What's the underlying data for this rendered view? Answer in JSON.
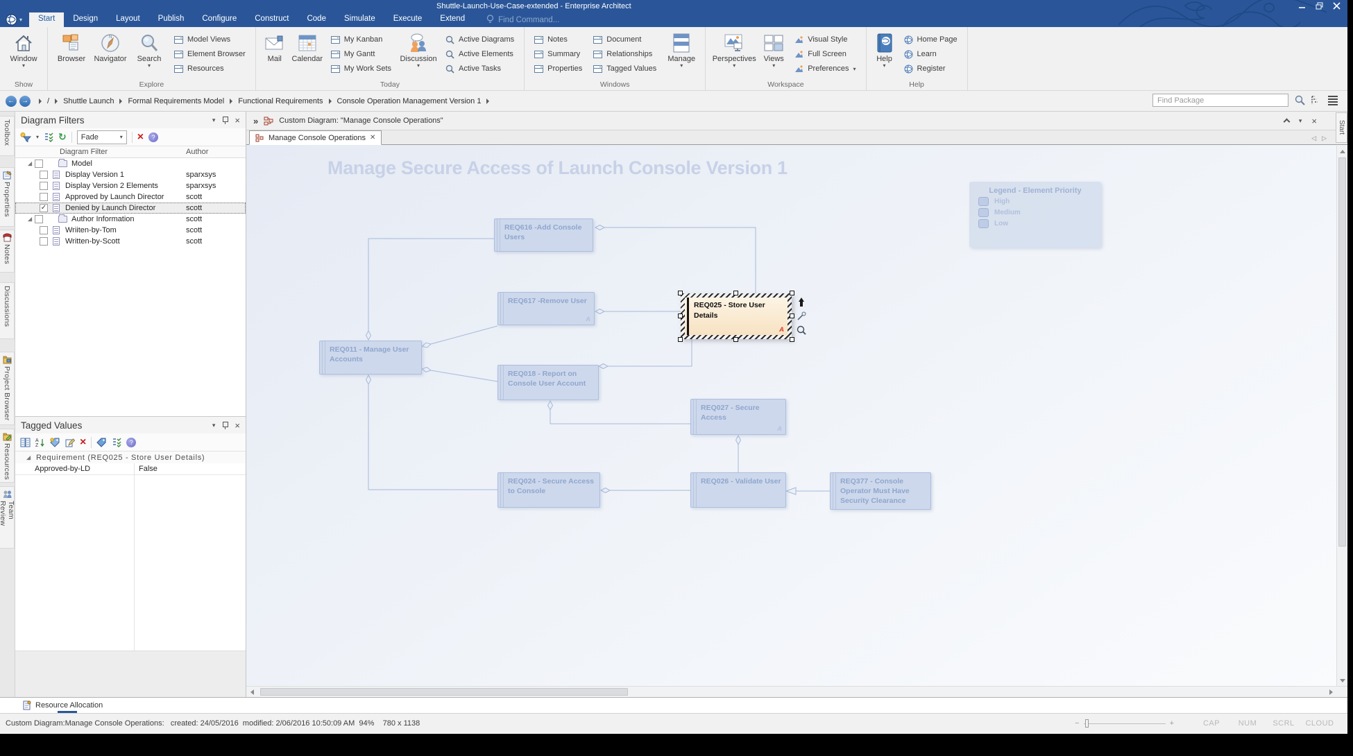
{
  "window": {
    "title": "Shuttle-Launch-Use-Case-extended - Enterprise Architect"
  },
  "menu": {
    "tabs": [
      "Start",
      "Design",
      "Layout",
      "Publish",
      "Configure",
      "Construct",
      "Code",
      "Simulate",
      "Execute",
      "Extend"
    ],
    "find_command": "Find Command..."
  },
  "ribbon": {
    "window": "Window",
    "show_group": "Show",
    "browser": "Browser",
    "navigator": "Navigator",
    "search": "Search",
    "model_views": "Model Views",
    "element_browser": "Element Browser",
    "resources": "Resources",
    "explore_group": "Explore",
    "mail": "Mail",
    "calendar": "Calendar",
    "my_kanban": "My Kanban",
    "my_gantt": "My Gantt",
    "my_work_sets": "My Work Sets",
    "discussion": "Discussion",
    "active_diagrams": "Active Diagrams",
    "active_elements": "Active Elements",
    "active_tasks": "Active Tasks",
    "today_group": "Today",
    "notes": "Notes",
    "summary": "Summary",
    "properties": "Properties",
    "document": "Document",
    "relationships": "Relationships",
    "tagged_values": "Tagged Values",
    "manage": "Manage",
    "windows_group": "Windows",
    "perspectives": "Perspectives",
    "views": "Views",
    "visual_style": "Visual Style",
    "full_screen": "Full Screen",
    "preferences": "Preferences",
    "workspace_group": "Workspace",
    "help": "Help",
    "home_page": "Home Page",
    "learn": "Learn",
    "register": "Register",
    "help_group": "Help"
  },
  "breadcrumb": {
    "items": [
      "/",
      "Shuttle Launch",
      "Formal Requirements Model",
      "Functional Requirements",
      "Console Operation Management Version 1"
    ],
    "find_package_placeholder": "Find Package"
  },
  "rail": {
    "items": [
      "Toolbox",
      "Properties",
      "Notes",
      "Discussions",
      "Project Browser",
      "Resources",
      "Team Review"
    ]
  },
  "filters_panel": {
    "title": "Diagram Filters",
    "fade_selector": "Fade",
    "col_filter": "Diagram Filter",
    "col_author": "Author",
    "rows": [
      {
        "label": "Model",
        "author": "",
        "type": "folder",
        "checked": false
      },
      {
        "label": "Display Version 1",
        "author": "sparxsys",
        "type": "filter",
        "checked": false
      },
      {
        "label": "Display Version 2 Elements",
        "author": "sparxsys",
        "type": "filter",
        "checked": false
      },
      {
        "label": "Approved by Launch Director",
        "author": "scott",
        "type": "filter",
        "checked": false
      },
      {
        "label": "Denied by Launch Director",
        "author": "scott",
        "type": "filter",
        "checked": true,
        "selected": true
      },
      {
        "label": "Author Information",
        "author": "scott",
        "type": "folder",
        "checked": false
      },
      {
        "label": "Wriiten-by-Tom",
        "author": "scott",
        "type": "filter",
        "checked": false
      },
      {
        "label": "Written-by-Scott",
        "author": "scott",
        "type": "filter",
        "checked": false
      }
    ]
  },
  "tagged_panel": {
    "title": "Tagged Values",
    "group_header": "Requirement (REQ025 - Store User Details)",
    "rows": [
      {
        "name": "Approved-by-LD",
        "value": "False"
      }
    ]
  },
  "diagram": {
    "header": "Custom Diagram: \"Manage Console Operations\"",
    "tab": "Manage Console Operations",
    "title": "Manage Secure Access of Launch Console Version 1",
    "start_side_tab": "Start",
    "nodes": {
      "req616": {
        "label": "REQ616 -Add Console Users"
      },
      "req617": {
        "label": "REQ617 -Remove User",
        "corner": "A"
      },
      "req011": {
        "label": "REQ011 - Manage User Accounts"
      },
      "req018": {
        "label": "REQ018 - Report on Console User Account"
      },
      "req025": {
        "label": "REQ025 - Store User Details",
        "corner": "A"
      },
      "req027": {
        "label": "REQ027 - Secure Access",
        "corner": "A"
      },
      "req024": {
        "label": "REQ024 - Secure Access to Console"
      },
      "req026": {
        "label": "REQ026 - Validate User"
      },
      "req377": {
        "label": "REQ377 - Console Operator Must Have Security Clearance"
      }
    },
    "legend": {
      "title": "Legend - Element Priority",
      "items": [
        "High",
        "Medium",
        "Low"
      ]
    }
  },
  "bottom": {
    "resource_allocation": "Resource Allocation"
  },
  "status": {
    "text": "Custom Diagram:Manage Console Operations:   created: 24/05/2016  modified: 2/06/2016 10:50:09 AM",
    "zoom": "94%",
    "size": "780 x 1138",
    "toggles": [
      "CAP",
      "NUM",
      "SCRL",
      "CLOUD"
    ]
  },
  "colors": {
    "titlebar": "#2a5699",
    "node_fill": "#cdd8ec",
    "node_border": "#adbedd",
    "node_text": "#8fa6cd",
    "selected_fill": "#fbe9d1",
    "attention_red": "#e0392e"
  }
}
